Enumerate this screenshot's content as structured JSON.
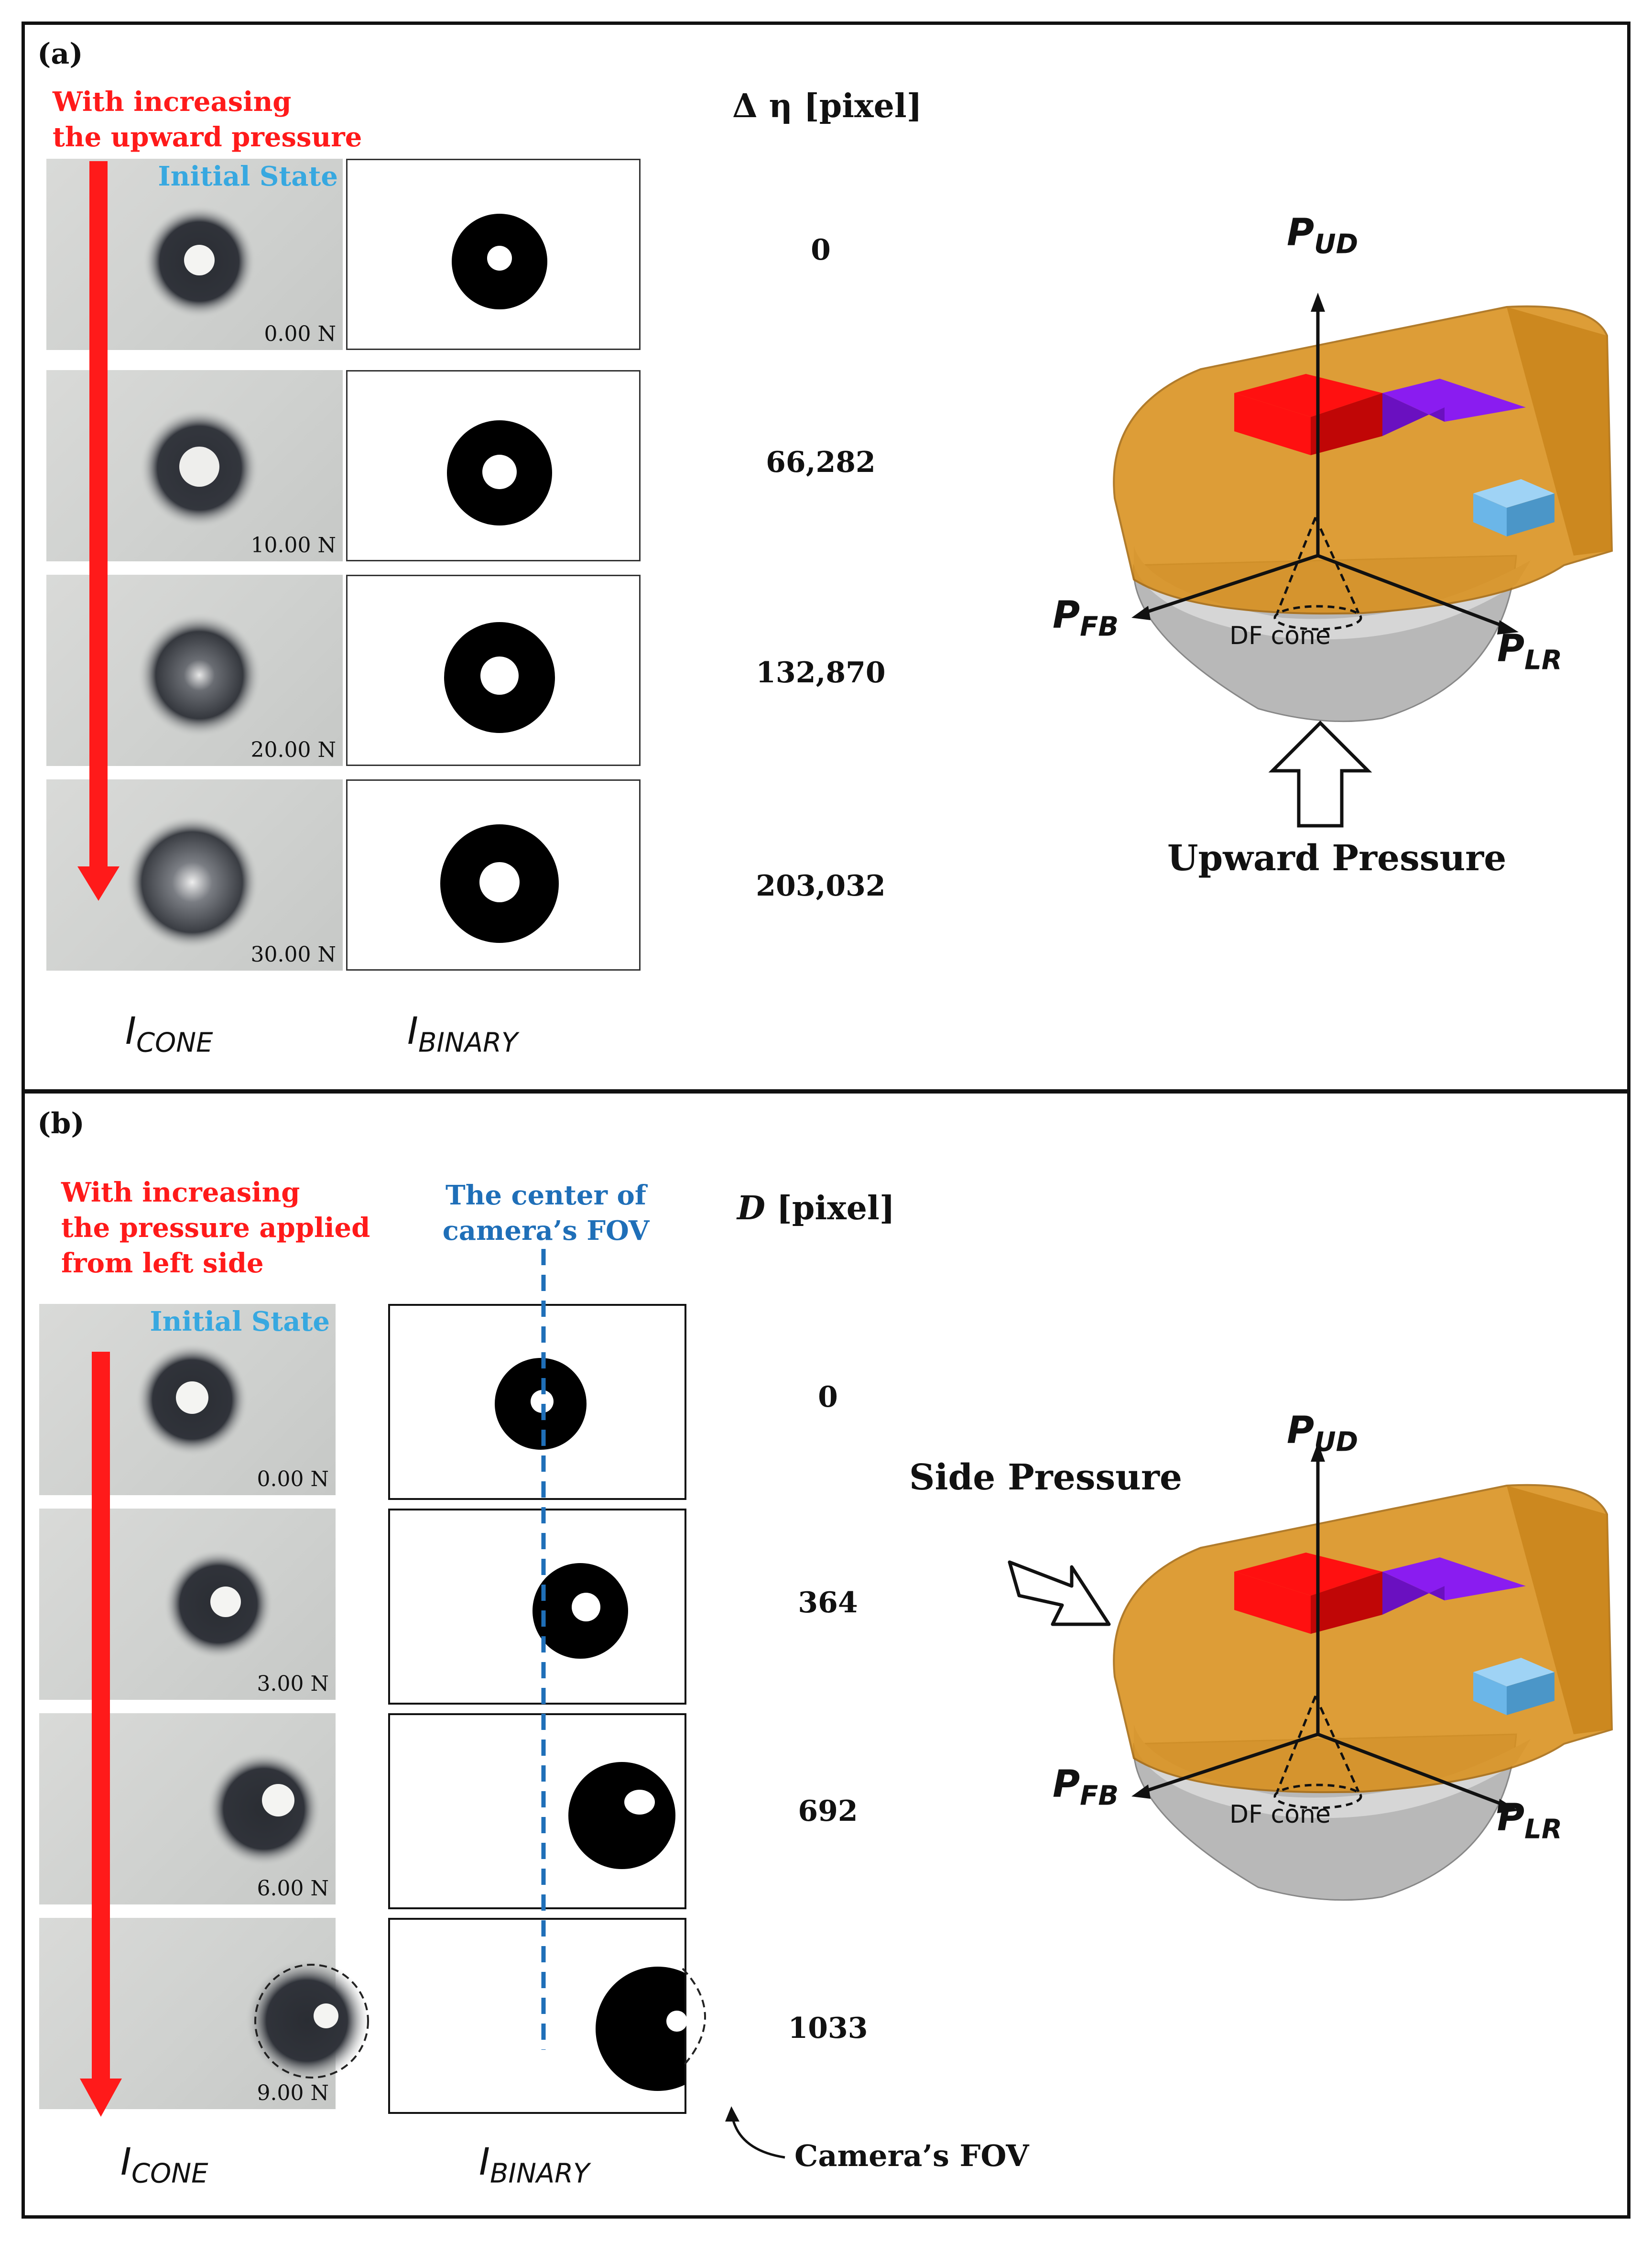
{
  "panel_a": {
    "label": "(a)",
    "instruction_line1": "With increasing",
    "instruction_line2": "the upward pressure",
    "initial_state": "Initial State",
    "metric_header": "Δ η [pixel]",
    "rows": [
      {
        "force": "0.00 N",
        "value": "0"
      },
      {
        "force": "10.00 N",
        "value": "66,282"
      },
      {
        "force": "20.00 N",
        "value": "132,870"
      },
      {
        "force": "30.00 N",
        "value": "203,032"
      }
    ],
    "col_label_cone": "I",
    "col_label_cone_sub": "CONE",
    "col_label_binary": "I",
    "col_label_binary_sub": "BINARY",
    "axis_ud": "P",
    "axis_ud_sub": "UD",
    "axis_fb": "P",
    "axis_fb_sub": "FB",
    "axis_lr": "P",
    "axis_lr_sub": "LR",
    "df_cone": "DF cone",
    "pressure_label": "Upward Pressure"
  },
  "panel_b": {
    "label": "(b)",
    "instruction_line1": "With increasing",
    "instruction_line2": "the pressure applied",
    "instruction_line3": "from left side",
    "fov_center_line1": "The center of",
    "fov_center_line2": "camera’s FOV",
    "initial_state": "Initial State",
    "metric_header_sym": "D",
    "metric_header_unit": " [pixel]",
    "rows": [
      {
        "force": "0.00 N",
        "value": "0"
      },
      {
        "force": "3.00 N",
        "value": "364"
      },
      {
        "force": "6.00 N",
        "value": "692"
      },
      {
        "force": "9.00 N",
        "value": "1033"
      }
    ],
    "col_label_cone": "I",
    "col_label_cone_sub": "CONE",
    "col_label_binary": "I",
    "col_label_binary_sub": "BINARY",
    "camera_fov": "Camera’s FOV",
    "pressure_label": "Side Pressure",
    "axis_ud": "P",
    "axis_ud_sub": "UD",
    "axis_fb": "P",
    "axis_fb_sub": "FB",
    "axis_lr": "P",
    "axis_lr_sub": "LR",
    "df_cone": "DF cone"
  },
  "colors": {
    "arrow_red": "#ff1a1a",
    "initial_state_blue": "#37a8e0",
    "fov_line_blue": "#1f6fb8",
    "housing_orange": "#d9901c",
    "block_red": "#ff1010",
    "block_purple": "#8a1cf0",
    "block_lightblue": "#6bb6e8"
  }
}
